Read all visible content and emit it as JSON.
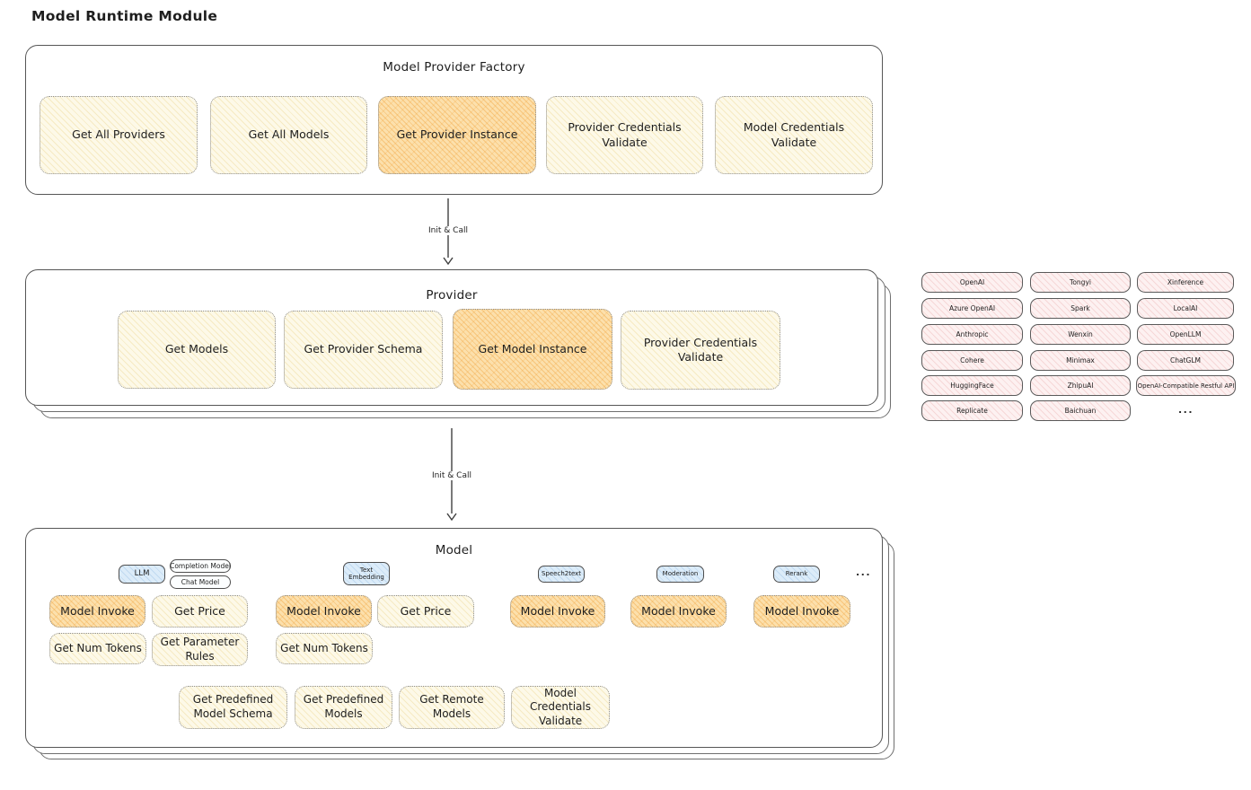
{
  "title": "Model Runtime Module",
  "colors": {
    "panel_border": "#565656",
    "node_yellow": "#fdf9e8",
    "node_orange_highlight": "#fce0ac",
    "provider_chip_pink": "#fdf1f1",
    "tab_blue": "#dcecf9",
    "text": "#1e1e1e"
  },
  "factory": {
    "title": "Model Provider Factory",
    "buttons": [
      {
        "label": "Get All Providers",
        "highlighted": false
      },
      {
        "label": "Get All Models",
        "highlighted": false
      },
      {
        "label": "Get Provider Instance",
        "highlighted": true
      },
      {
        "label": "Provider Credentials Validate",
        "highlighted": false
      },
      {
        "label": "Model Credentials Validate",
        "highlighted": false
      }
    ]
  },
  "arrows": {
    "factory_to_provider": "Init & Call",
    "provider_to_model": "Init & Call"
  },
  "provider": {
    "title": "Provider",
    "buttons": [
      {
        "label": "Get Models",
        "highlighted": false
      },
      {
        "label": "Get Provider Schema",
        "highlighted": false
      },
      {
        "label": "Get Model Instance",
        "highlighted": true
      },
      {
        "label": "Provider Credentials Validate",
        "highlighted": false
      }
    ]
  },
  "providers_list": {
    "columns": [
      [
        "OpenAI",
        "Azure OpenAI",
        "Anthropic",
        "Cohere",
        "HuggingFace",
        "Replicate"
      ],
      [
        "Tongyi",
        "Spark",
        "Wenxin",
        "Minimax",
        "ZhipuAI",
        "Baichuan"
      ],
      [
        "Xinference",
        "LocalAI",
        "OpenLLM",
        "ChatGLM",
        "OpenAI-Compatible Restful API"
      ]
    ],
    "more": "..."
  },
  "model": {
    "title": "Model",
    "more": "...",
    "types": [
      {
        "tab": "LLM",
        "subtabs": [
          "Completion Model",
          "Chat Model"
        ],
        "buttons": [
          {
            "label": "Model Invoke",
            "highlighted": true
          },
          {
            "label": "Get Price",
            "highlighted": false
          },
          {
            "label": "Get Num Tokens",
            "highlighted": false
          },
          {
            "label": "Get Parameter Rules",
            "highlighted": false
          }
        ]
      },
      {
        "tab": "Text Embedding",
        "buttons": [
          {
            "label": "Model Invoke",
            "highlighted": true
          },
          {
            "label": "Get Price",
            "highlighted": false
          },
          {
            "label": "Get Num Tokens",
            "highlighted": false
          }
        ]
      },
      {
        "tab": "Speech2text",
        "buttons": [
          {
            "label": "Model Invoke",
            "highlighted": true
          }
        ]
      },
      {
        "tab": "Moderation",
        "buttons": [
          {
            "label": "Model Invoke",
            "highlighted": true
          }
        ]
      },
      {
        "tab": "Rerank",
        "buttons": [
          {
            "label": "Model Invoke",
            "highlighted": true
          }
        ]
      }
    ],
    "shared_buttons": [
      "Get Predefined Model Schema",
      "Get Predefined Models",
      "Get Remote Models",
      "Model Credentials Validate"
    ]
  }
}
